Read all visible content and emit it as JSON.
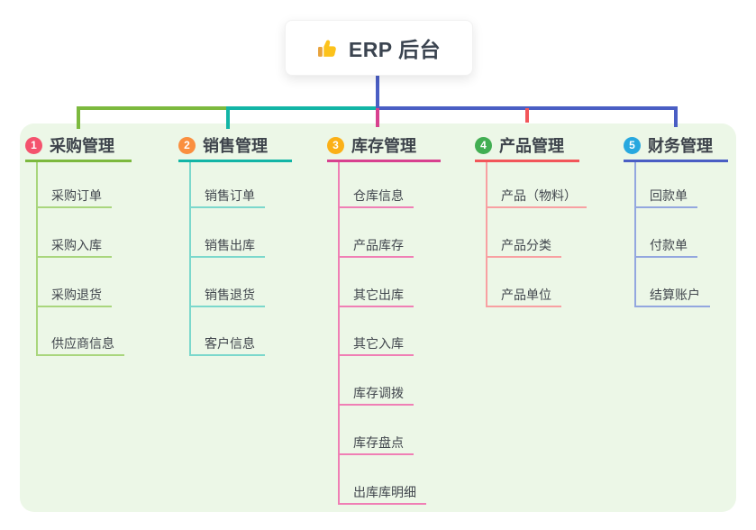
{
  "root": {
    "label": "ERP 后台",
    "icon": "thumbs-up-icon"
  },
  "panel_color": "#ECF7E7",
  "connector": {
    "stem_color": "#4A5EC4",
    "segment_colors": [
      "#7CB93E",
      "#12B5A6",
      "#4A5EC4"
    ]
  },
  "branches": [
    {
      "num": "1",
      "title": "采购管理",
      "badge_color": "#F4536E",
      "line_color": "#7CB93E",
      "child_line_color": "#A9D67D",
      "children": [
        "采购订单",
        "采购入库",
        "采购退货",
        "供应商信息"
      ]
    },
    {
      "num": "2",
      "title": "销售管理",
      "badge_color": "#FA8F3F",
      "line_color": "#12B5A6",
      "child_line_color": "#7BD8CC",
      "children": [
        "销售订单",
        "销售出库",
        "销售退货",
        "客户信息"
      ]
    },
    {
      "num": "3",
      "title": "库存管理",
      "badge_color": "#FBB017",
      "line_color": "#D8418F",
      "child_line_color": "#F07FB5",
      "children": [
        "仓库信息",
        "产品库存",
        "其它出库",
        "其它入库",
        "库存调拨",
        "库存盘点",
        "出库库明细"
      ]
    },
    {
      "num": "4",
      "title": "产品管理",
      "badge_color": "#41AE52",
      "line_color": "#F2565A",
      "child_line_color": "#F8A0A2",
      "children": [
        "产品（物料）",
        "产品分类",
        "产品单位"
      ]
    },
    {
      "num": "5",
      "title": "财务管理",
      "badge_color": "#27A8DF",
      "line_color": "#4A5EC4",
      "child_line_color": "#93A7DF",
      "children": [
        "回款单",
        "付款单",
        "结算账户"
      ]
    }
  ]
}
